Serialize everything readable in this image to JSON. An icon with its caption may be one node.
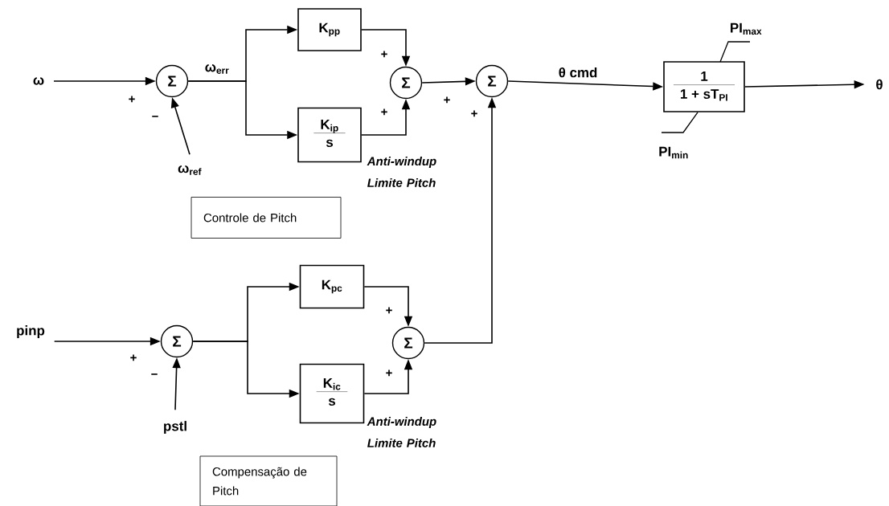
{
  "diagram": {
    "nodes": [
      {
        "text": [
          "ω"
        ]
      },
      {
        "text": [
          "Σ"
        ]
      },
      {
        "text": [
          "K$_{pp}$"
        ]
      },
      {
        "text": [
          "K$_{ip}$",
          "s"
        ]
      },
      {
        "text": [
          "Σ"
        ]
      },
      {
        "text": [
          "Σ"
        ]
      },
      {
        "text": [
          "1",
          "1 + sT$_{PI}$"
        ]
      },
      {
        "text": [
          "θ"
        ]
      },
      {
        "text": [
          "ω$_{ref}$"
        ]
      },
      {
        "text": [
          "pinp"
        ]
      },
      {
        "text": [
          "Σ"
        ]
      },
      {
        "text": [
          "K$_{pc}$"
        ]
      },
      {
        "text": [
          "K$_{ic}$",
          "s"
        ]
      },
      {
        "text": [
          "Σ"
        ]
      },
      {
        "text": [
          "pstl"
        ]
      },
      {
        "text": [
          "Controle de Pitch"
        ]
      },
      {
        "text": [
          "Compensação de Pitch"
        ]
      }
    ],
    "edges": [
      {
        "from": 0,
        "to": 1,
        "arrow": "to"
      },
      {
        "from": 8,
        "to": 1,
        "arrow": "to"
      },
      {
        "from": 1,
        "to": 2,
        "arrow": "to"
      },
      {
        "from": 1,
        "to": 3,
        "arrow": "to"
      },
      {
        "from": 2,
        "to": 4,
        "arrow": "to"
      },
      {
        "from": 3,
        "to": 4,
        "arrow": "to"
      },
      {
        "from": 4,
        "to": 5,
        "arrow": "to"
      },
      {
        "from": 5,
        "to": 6,
        "arrow": "to",
        "label": "θ cmd"
      },
      {
        "from": 6,
        "to": 7,
        "arrow": "to"
      },
      {
        "from": 9,
        "to": 10,
        "arrow": "to"
      },
      {
        "from": 14,
        "to": 10,
        "arrow": "to"
      },
      {
        "from": 10,
        "to": 11,
        "arrow": "to"
      },
      {
        "from": 10,
        "to": 12,
        "arrow": "to"
      },
      {
        "from": 11,
        "to": 13,
        "arrow": "to"
      },
      {
        "from": 12,
        "to": 13,
        "arrow": "to"
      },
      {
        "from": 13,
        "to": 5,
        "arrow": "to"
      }
    ],
    "labels": [
      "PI$_{max}$",
      "ω$_{err}$",
      "+",
      "+",
      "+",
      "+",
      "−",
      "+",
      "PI$_{min}$",
      "Anti-windup Limite Pitch",
      "+",
      "+",
      "+",
      "−",
      "Anti-windup Limite Pitch"
    ]
  }
}
